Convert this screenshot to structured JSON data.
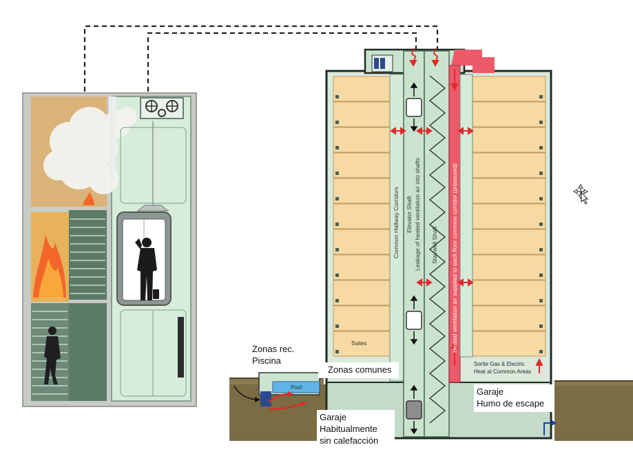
{
  "labels": {
    "zonas_rec": "Zonas rec.",
    "piscina": "Piscina",
    "zonas_comunes": "Zonas comunes",
    "garaje_sin_1": "Garaje",
    "garaje_sin_2": "Habitualmente",
    "garaje_sin_3": "sin calefacción",
    "garaje_humo_1": "Garaje",
    "garaje_humo_2": "Humo de escape"
  },
  "diagram_text": {
    "common_hallway": "Common Hallway Corridors",
    "elevator_shaft": "Elevator Shaft",
    "leakage": "Leakage of heated ventilation air  into shafts",
    "stairwell": "Stairwell Shaft",
    "heated_vent": "Heated ventilation air supplied to each floor common corridor (pressured)",
    "suites": "Suites",
    "sortie_1": "Sortie Gas & Electric",
    "sortie_2": "Heat at Common Areas",
    "pool": "Pool"
  },
  "colors": {
    "suite_fill": "#f7d9a4",
    "shaft_green": "#c9e3cf",
    "corridor_green": "#d6ead9",
    "duct_red": "#ec5a6a",
    "arrow_red": "#e02a2a",
    "ground": "#8a7a4f"
  }
}
